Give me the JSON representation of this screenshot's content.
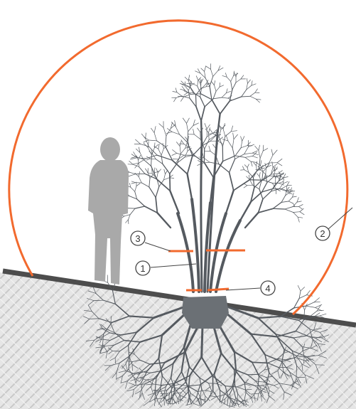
{
  "diagram": {
    "callouts": [
      {
        "id": "callout-1",
        "label": "1"
      },
      {
        "id": "callout-2",
        "label": "2"
      },
      {
        "id": "callout-3",
        "label": "3"
      },
      {
        "id": "callout-4",
        "label": "4"
      }
    ],
    "colors": {
      "accent": "#f26a2e",
      "ground_fill": "#dcdcdc",
      "ground_line": "#4d4d4d",
      "tree": "#555a60",
      "person": "#a9a9a9",
      "callout_stroke": "#444444"
    },
    "icons": {
      "person": "person-silhouette-icon",
      "tree": "multi-stem-tree-icon",
      "roots": "root-system-icon"
    }
  }
}
